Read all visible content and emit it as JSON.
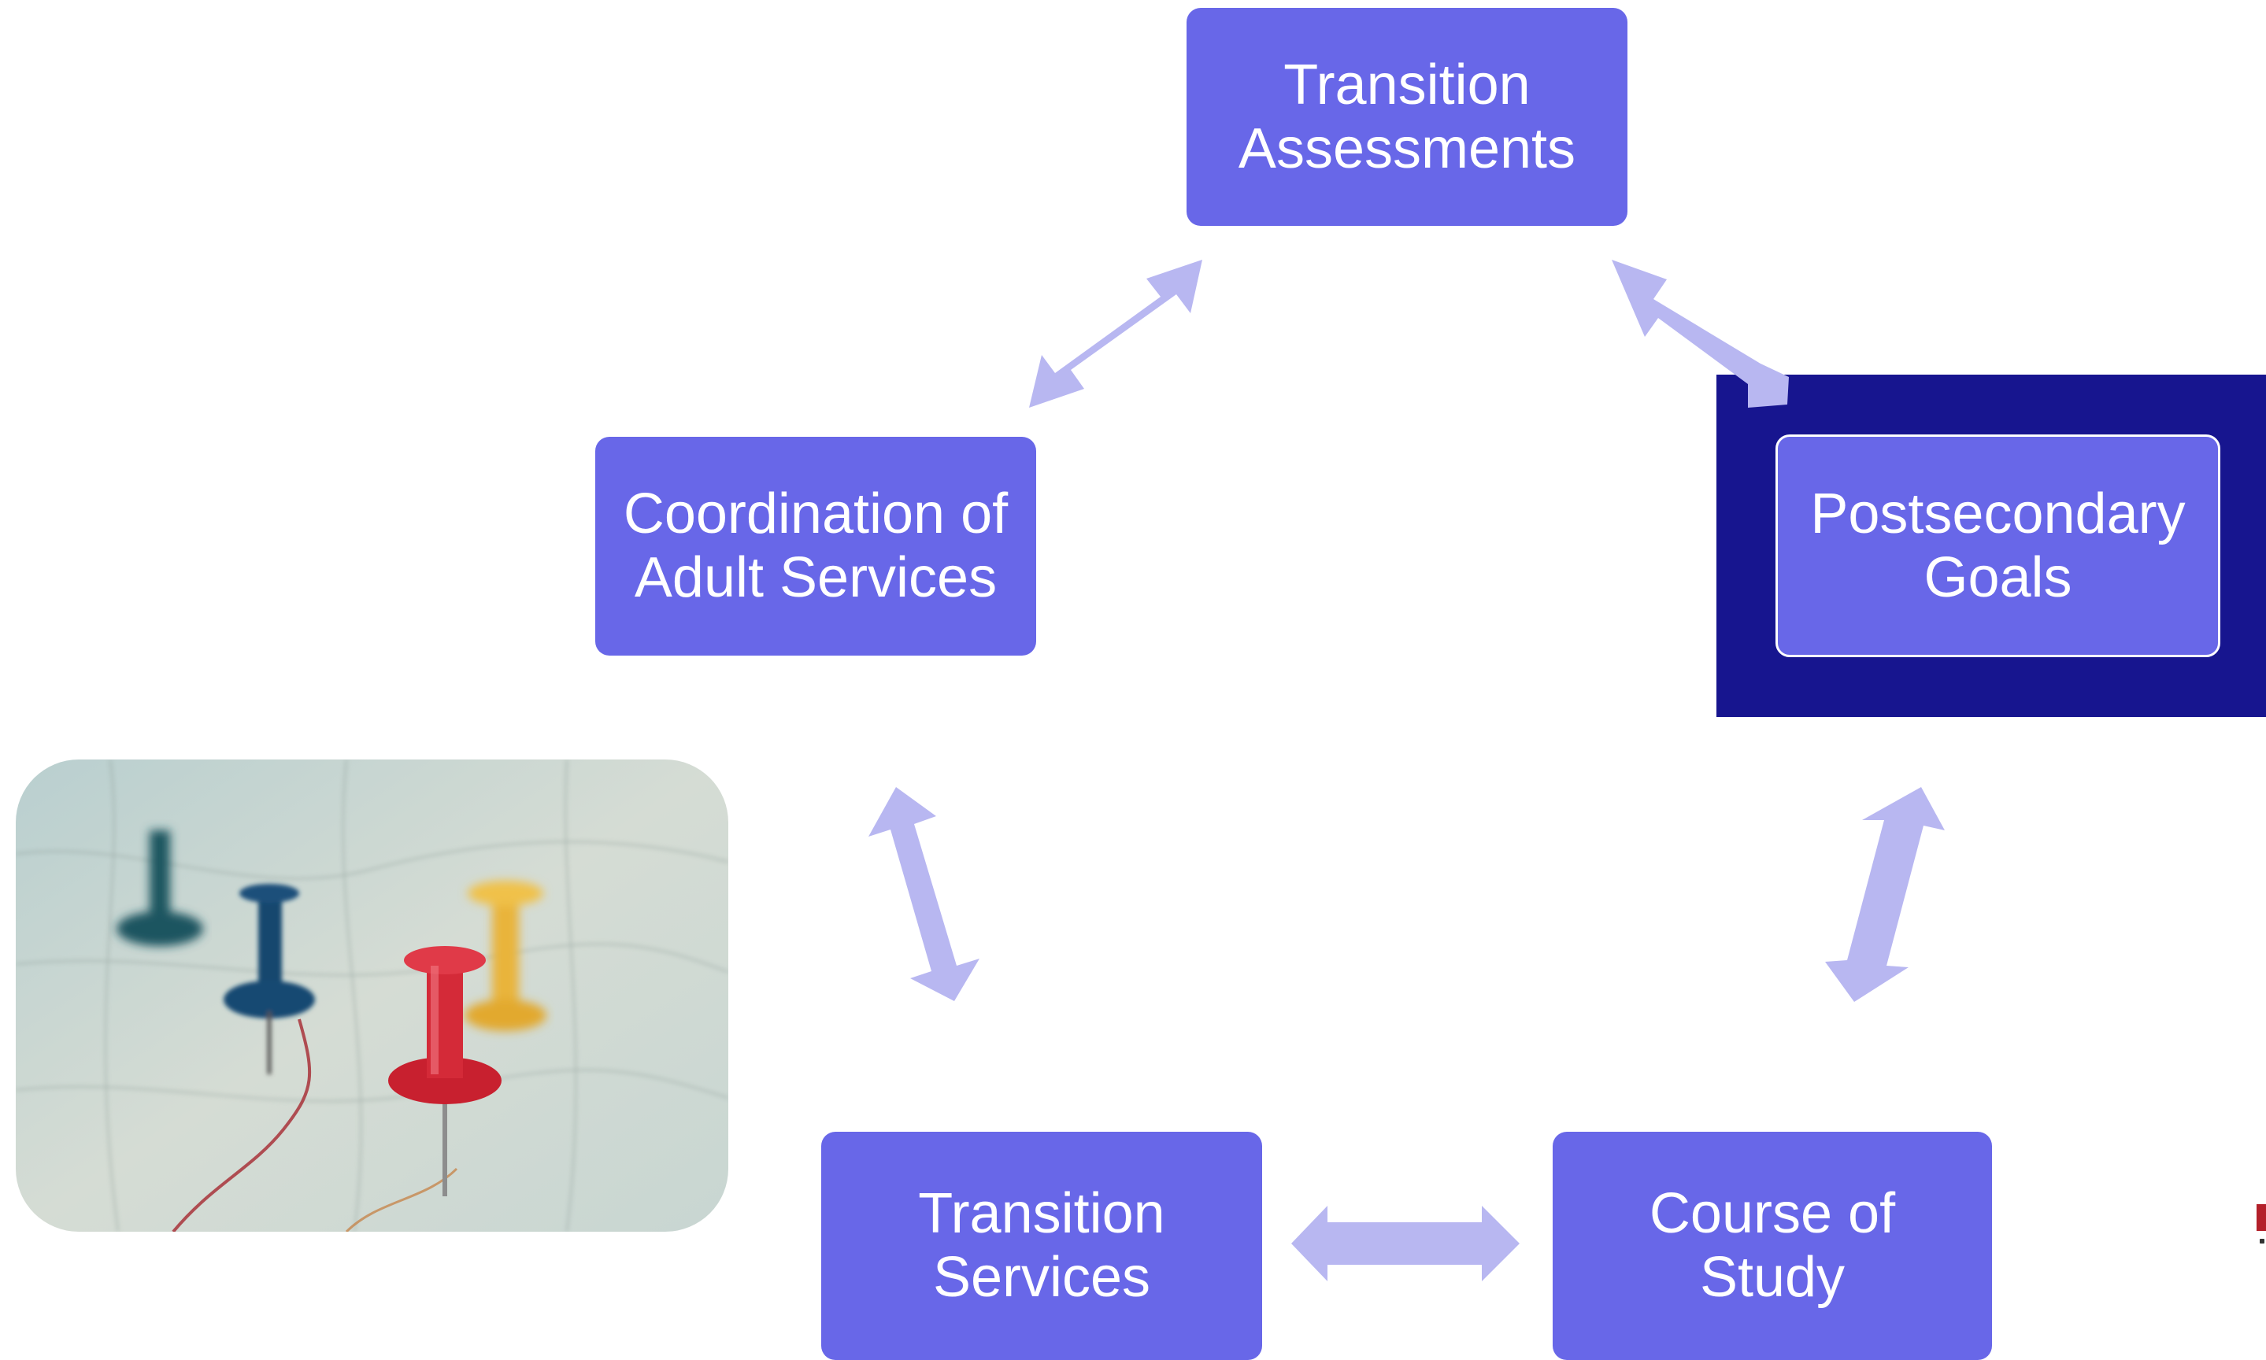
{
  "diagram": {
    "nodes": {
      "transition_assessments": [
        "Transition",
        "Assessments"
      ],
      "coordination_adult_services": [
        "Coordination of",
        "Adult Services"
      ],
      "postsecondary_goals": [
        "Postsecondary",
        "Goals"
      ],
      "transition_services": [
        "Transition",
        "Services"
      ],
      "course_of_study": [
        "Course of",
        "Study"
      ]
    },
    "highlighted_node": "postsecondary_goals",
    "connections": [
      [
        "coordination_adult_services",
        "transition_assessments"
      ],
      [
        "transition_assessments",
        "postsecondary_goals"
      ],
      [
        "coordination_adult_services",
        "transition_services"
      ],
      [
        "postsecondary_goals",
        "course_of_study"
      ],
      [
        "transition_services",
        "course_of_study"
      ]
    ]
  },
  "colors": {
    "node_fill": "#6867e8",
    "node_text": "#ffffff",
    "highlight_background": "#17158f",
    "arrow_fill": "#b8b7f1"
  },
  "image": {
    "subject": "map-pins-on-map-photo"
  }
}
